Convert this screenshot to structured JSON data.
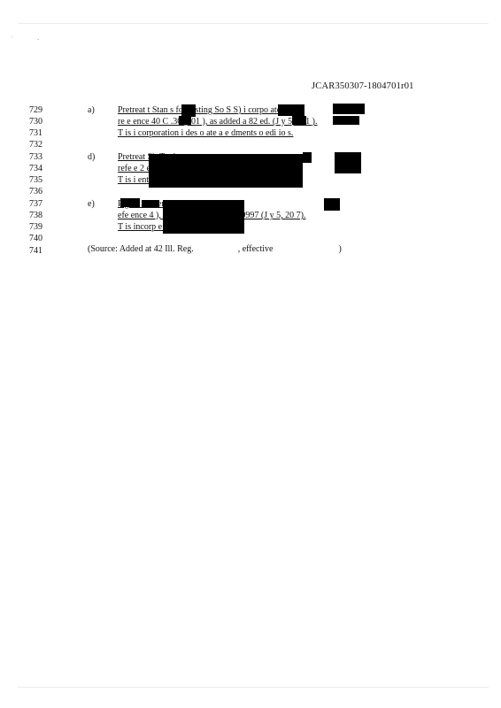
{
  "header": {
    "code": "JCAR350307-1804701r01"
  },
  "lines": [
    {
      "num": "729",
      "marker": "a)",
      "text": "Pretreat    t Stan    s for   xisting So            S  S)            i  corpo atesby"
    },
    {
      "num": "730",
      "marker": "",
      "text": "re e ence 40 C       .30 (201  ), as added a  82   ed.                 (J   y 5, 201  )."
    },
    {
      "num": "731",
      "marker": "",
      "text": "T is i  corporation i    des   o ate  a   e dments o  edi  io s."
    },
    {
      "num": "732",
      "marker": "",
      "text": ""
    },
    {
      "num": "733",
      "marker": "d)",
      "text": "Pretreat                                                     S).  T  e               i  corpo  ates  v"
    },
    {
      "num": "734",
      "marker": "",
      "text": "refe e                                                       2   ed.            097 (J   y 5, 20  7)."
    },
    {
      "num": "735",
      "marker": "",
      "text": "T  is i                                                     ents or editio  s."
    },
    {
      "num": "736",
      "marker": "",
      "text": ""
    },
    {
      "num": "737",
      "marker": "e)",
      "text": "P            g                                ec  irements.  T  e         d i  corpo  ates  v"
    },
    {
      "num": "738",
      "marker": "",
      "text": " efe ence 4                           ), as added a   82   ed    eg. 30997 (J   y 5, 20  7)."
    },
    {
      "num": "739",
      "marker": "",
      "text": "T  is incorp                        e  a  e  dments or editions."
    },
    {
      "num": "740",
      "marker": "",
      "text": ""
    },
    {
      "num": "741",
      "marker": "",
      "text": ""
    }
  ],
  "source": {
    "prefix": "(Source:  Added at 42 Ill. Reg.",
    "middle": ", effective",
    "suffix": ")"
  }
}
